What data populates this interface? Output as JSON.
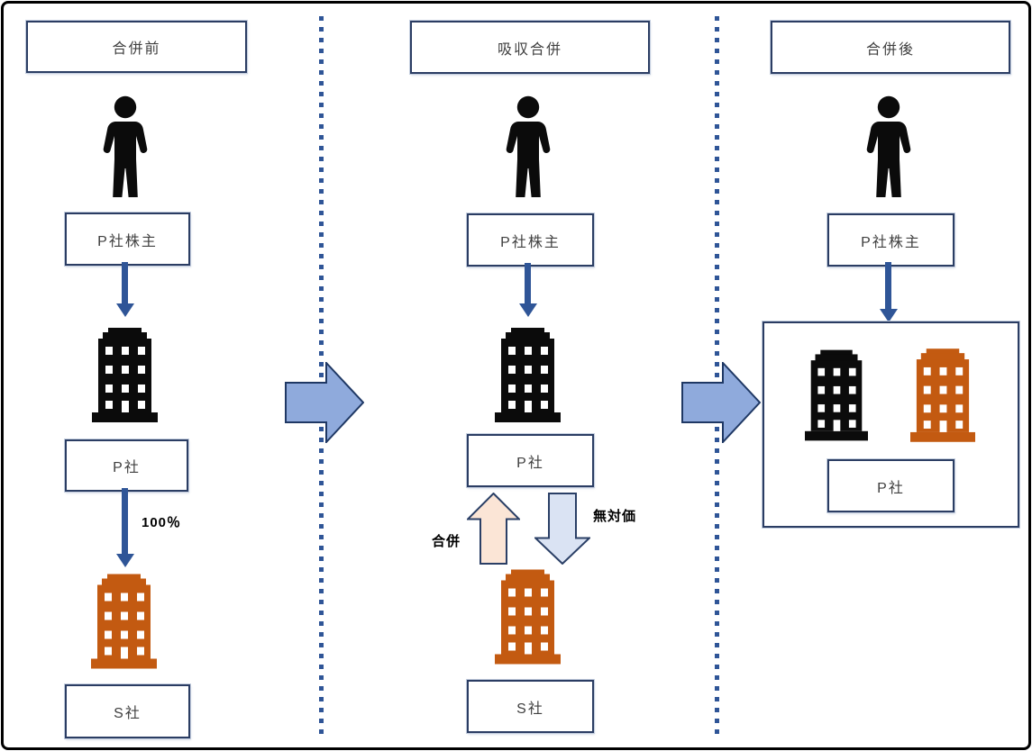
{
  "panels": [
    {
      "id": "before",
      "title": "合併前",
      "shareholder_label": "P社株主",
      "parent_label": "P社",
      "ownership_label": "100％",
      "subsidiary_label": "S社"
    },
    {
      "id": "merger",
      "title": "吸収合併",
      "shareholder_label": "P社株主",
      "parent_label": "P社",
      "merger_arrow_label": "合併",
      "no_consideration_label": "無対価",
      "subsidiary_label": "S社"
    },
    {
      "id": "after",
      "title": "合併後",
      "shareholder_label": "P社株主",
      "surviving_label": "P社"
    }
  ],
  "icons": [
    "person-icon",
    "building-icon",
    "big-arrow-right-icon",
    "merger-up-arrow-icon",
    "no-consideration-down-arrow-icon"
  ],
  "colors": {
    "connector_arrow_blue": "#2F5597",
    "divider_dot_blue": "#2F5597",
    "big_arrow_fill": "#8FAADC",
    "big_arrow_stroke": "#1F3864",
    "merger_arrow_fill": "#FBE5D6",
    "no_consideration_arrow_fill": "#DAE3F3",
    "building_black": "#0B0B0B",
    "building_orange": "#C35A11",
    "box_border_navy": "#2B3D63",
    "label_text": "#3F3F3F",
    "outer_border": "#000000"
  }
}
